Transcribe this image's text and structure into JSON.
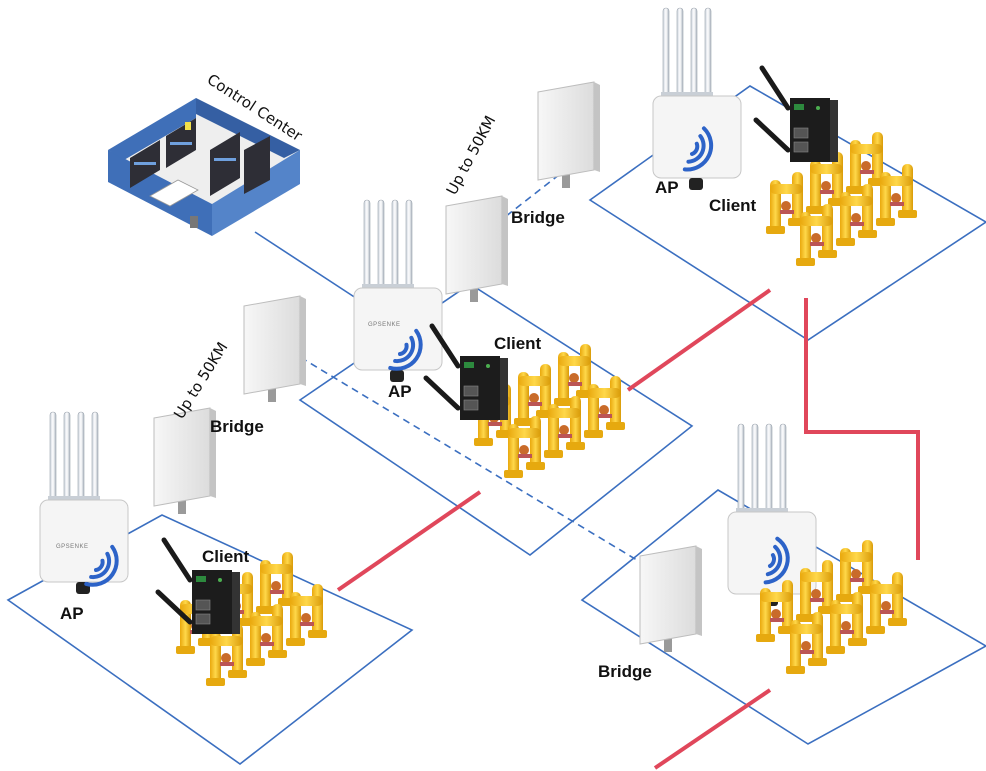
{
  "labels": {
    "control_center": "Control Center",
    "range_top": "Up to 50KM",
    "range_left": "Up to 50KM",
    "bridge": "Bridge",
    "ap": "AP",
    "client": "Client"
  },
  "brand_text": "GPSENKE",
  "colors": {
    "site_border": "#3b6fc0",
    "link_blue": "#3b6fc0",
    "fiber_red": "#e0475b",
    "wifi_blue": "#2d63c8",
    "pipe_yellow": "#f5c21b",
    "room_blue": "#3f6fb8"
  },
  "icons": [
    "control-room-icon",
    "outdoor-ap-icon",
    "panel-antenna-icon",
    "industrial-switch-icon",
    "pipeline-icon",
    "wifi-icon"
  ]
}
